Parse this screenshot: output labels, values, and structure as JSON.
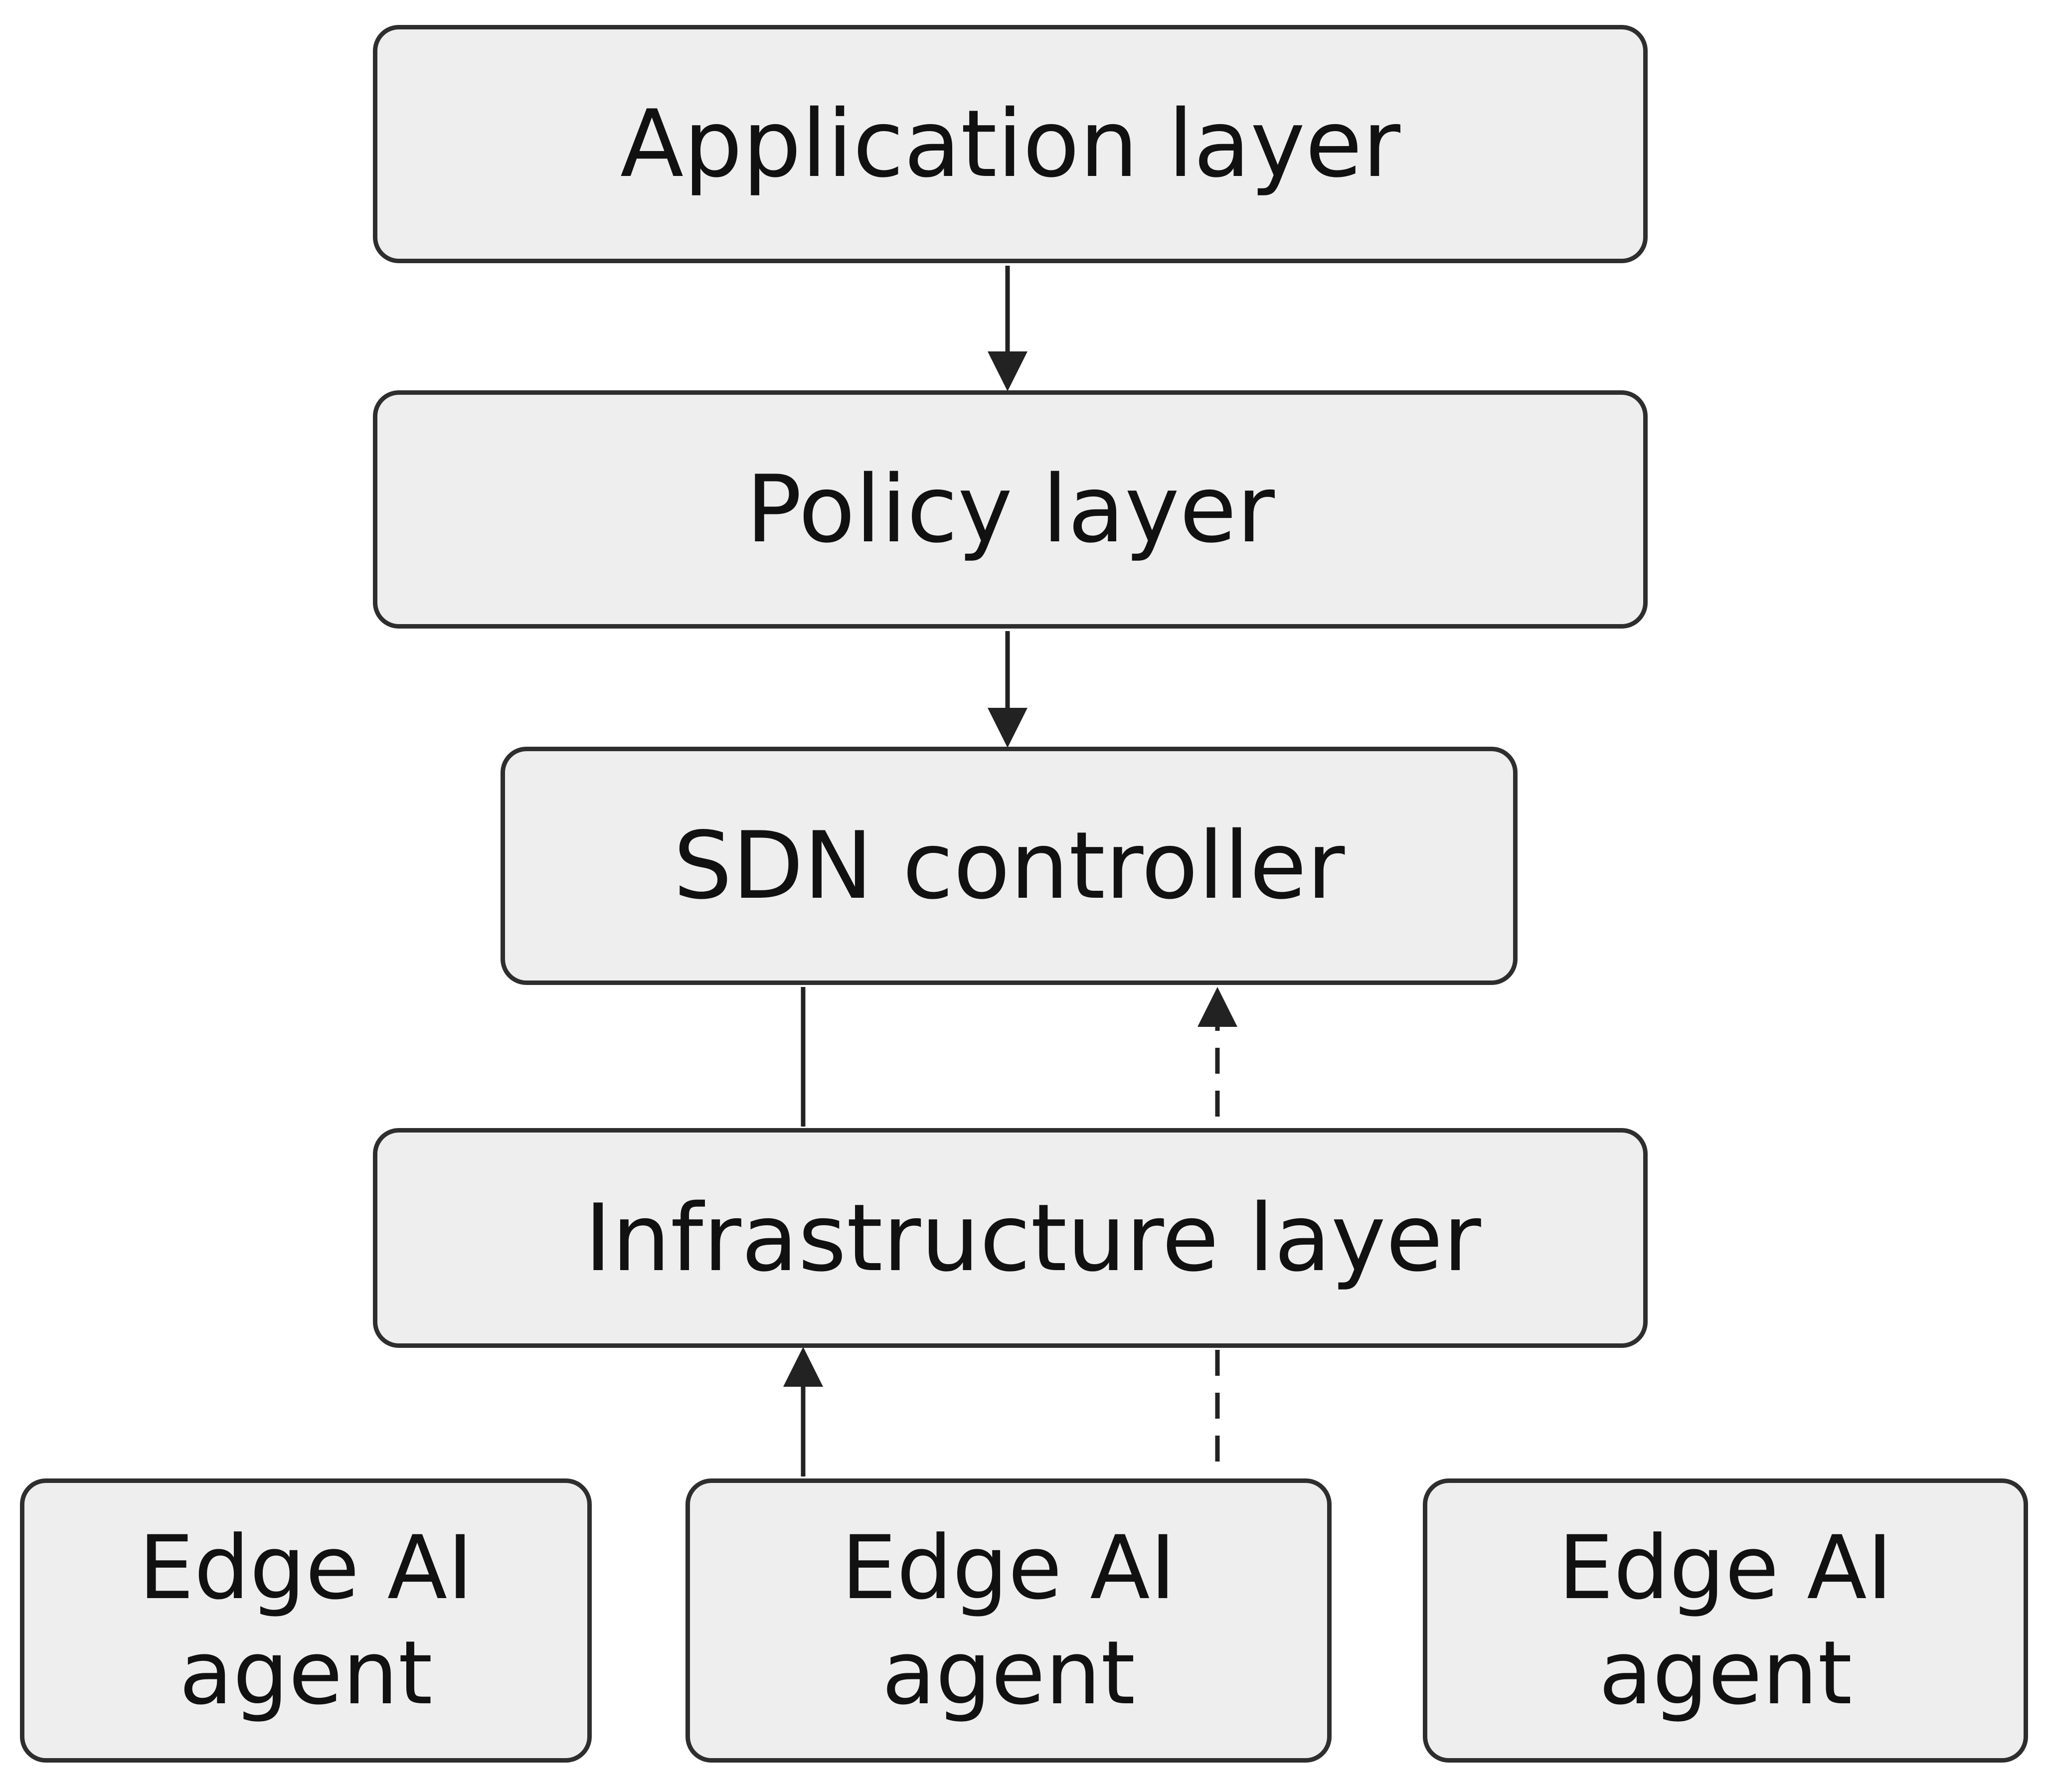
{
  "diagram": {
    "application_layer": "Application layer",
    "policy_layer": "Policy layer",
    "sdn_controller": "SDN controller",
    "infrastructure_layer": "Infrastructure layer",
    "edge_agents": [
      "Edge AI\nagent",
      "Edge AI\nagent",
      "Edge AI\nagent"
    ]
  },
  "colors": {
    "box_fill": "#eeeeee",
    "box_border": "#2e2e2e",
    "text": "#111111",
    "connector": "#222222"
  }
}
